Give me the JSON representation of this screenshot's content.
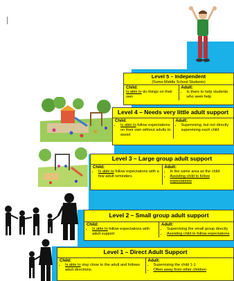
{
  "levels": [
    {
      "title": "Level 5 – Independent",
      "subtitle": "(Some Middle School Students)",
      "child_label": "Child:",
      "child_text": "Is able to do things on their own",
      "adult_label": "Adult:",
      "adult_text": "Is there to help students who seek help"
    },
    {
      "title": "Level 4 – Needs very little adult support",
      "child_label": "Child:",
      "child_text": "Is able to follow expectations on their own without adults to assist",
      "adult_label": "Adult:",
      "adult_text": "Supervising, but not directly supervising each child"
    },
    {
      "title": "Level 3 – Large group adult support",
      "child_label": "Child:",
      "child_text": "Is able to follow expectations with a few adult reminders",
      "adult_label": "Adult:",
      "adult_items": [
        "In the same area as the child",
        "Assisting child to follow expectations"
      ]
    },
    {
      "title": "Level 2 – Small group adult support",
      "child_label": "Child:",
      "child_text": "Is able to follow expectations with adult support",
      "adult_label": "Adult:",
      "adult_items": [
        "Supervising the small group directly",
        "Assisting child to follow expectations"
      ]
    },
    {
      "title": "Level 1 – Direct Adult Support",
      "child_label": "Child:",
      "child_text": "Is able to stay close to the adult and follows adult directions.",
      "adult_label": "Adult:",
      "adult_items": [
        "Supervising the child 1-1",
        "Often away from other children"
      ]
    }
  ],
  "colors": {
    "step": "#1ab0e8",
    "box": "#ffff00"
  },
  "illustrations": [
    "cheering-kid-illustration",
    "playground-illustration",
    "playground-small-illustration",
    "family-silhouette-illustration",
    "adult-child-silhouette-illustration"
  ]
}
